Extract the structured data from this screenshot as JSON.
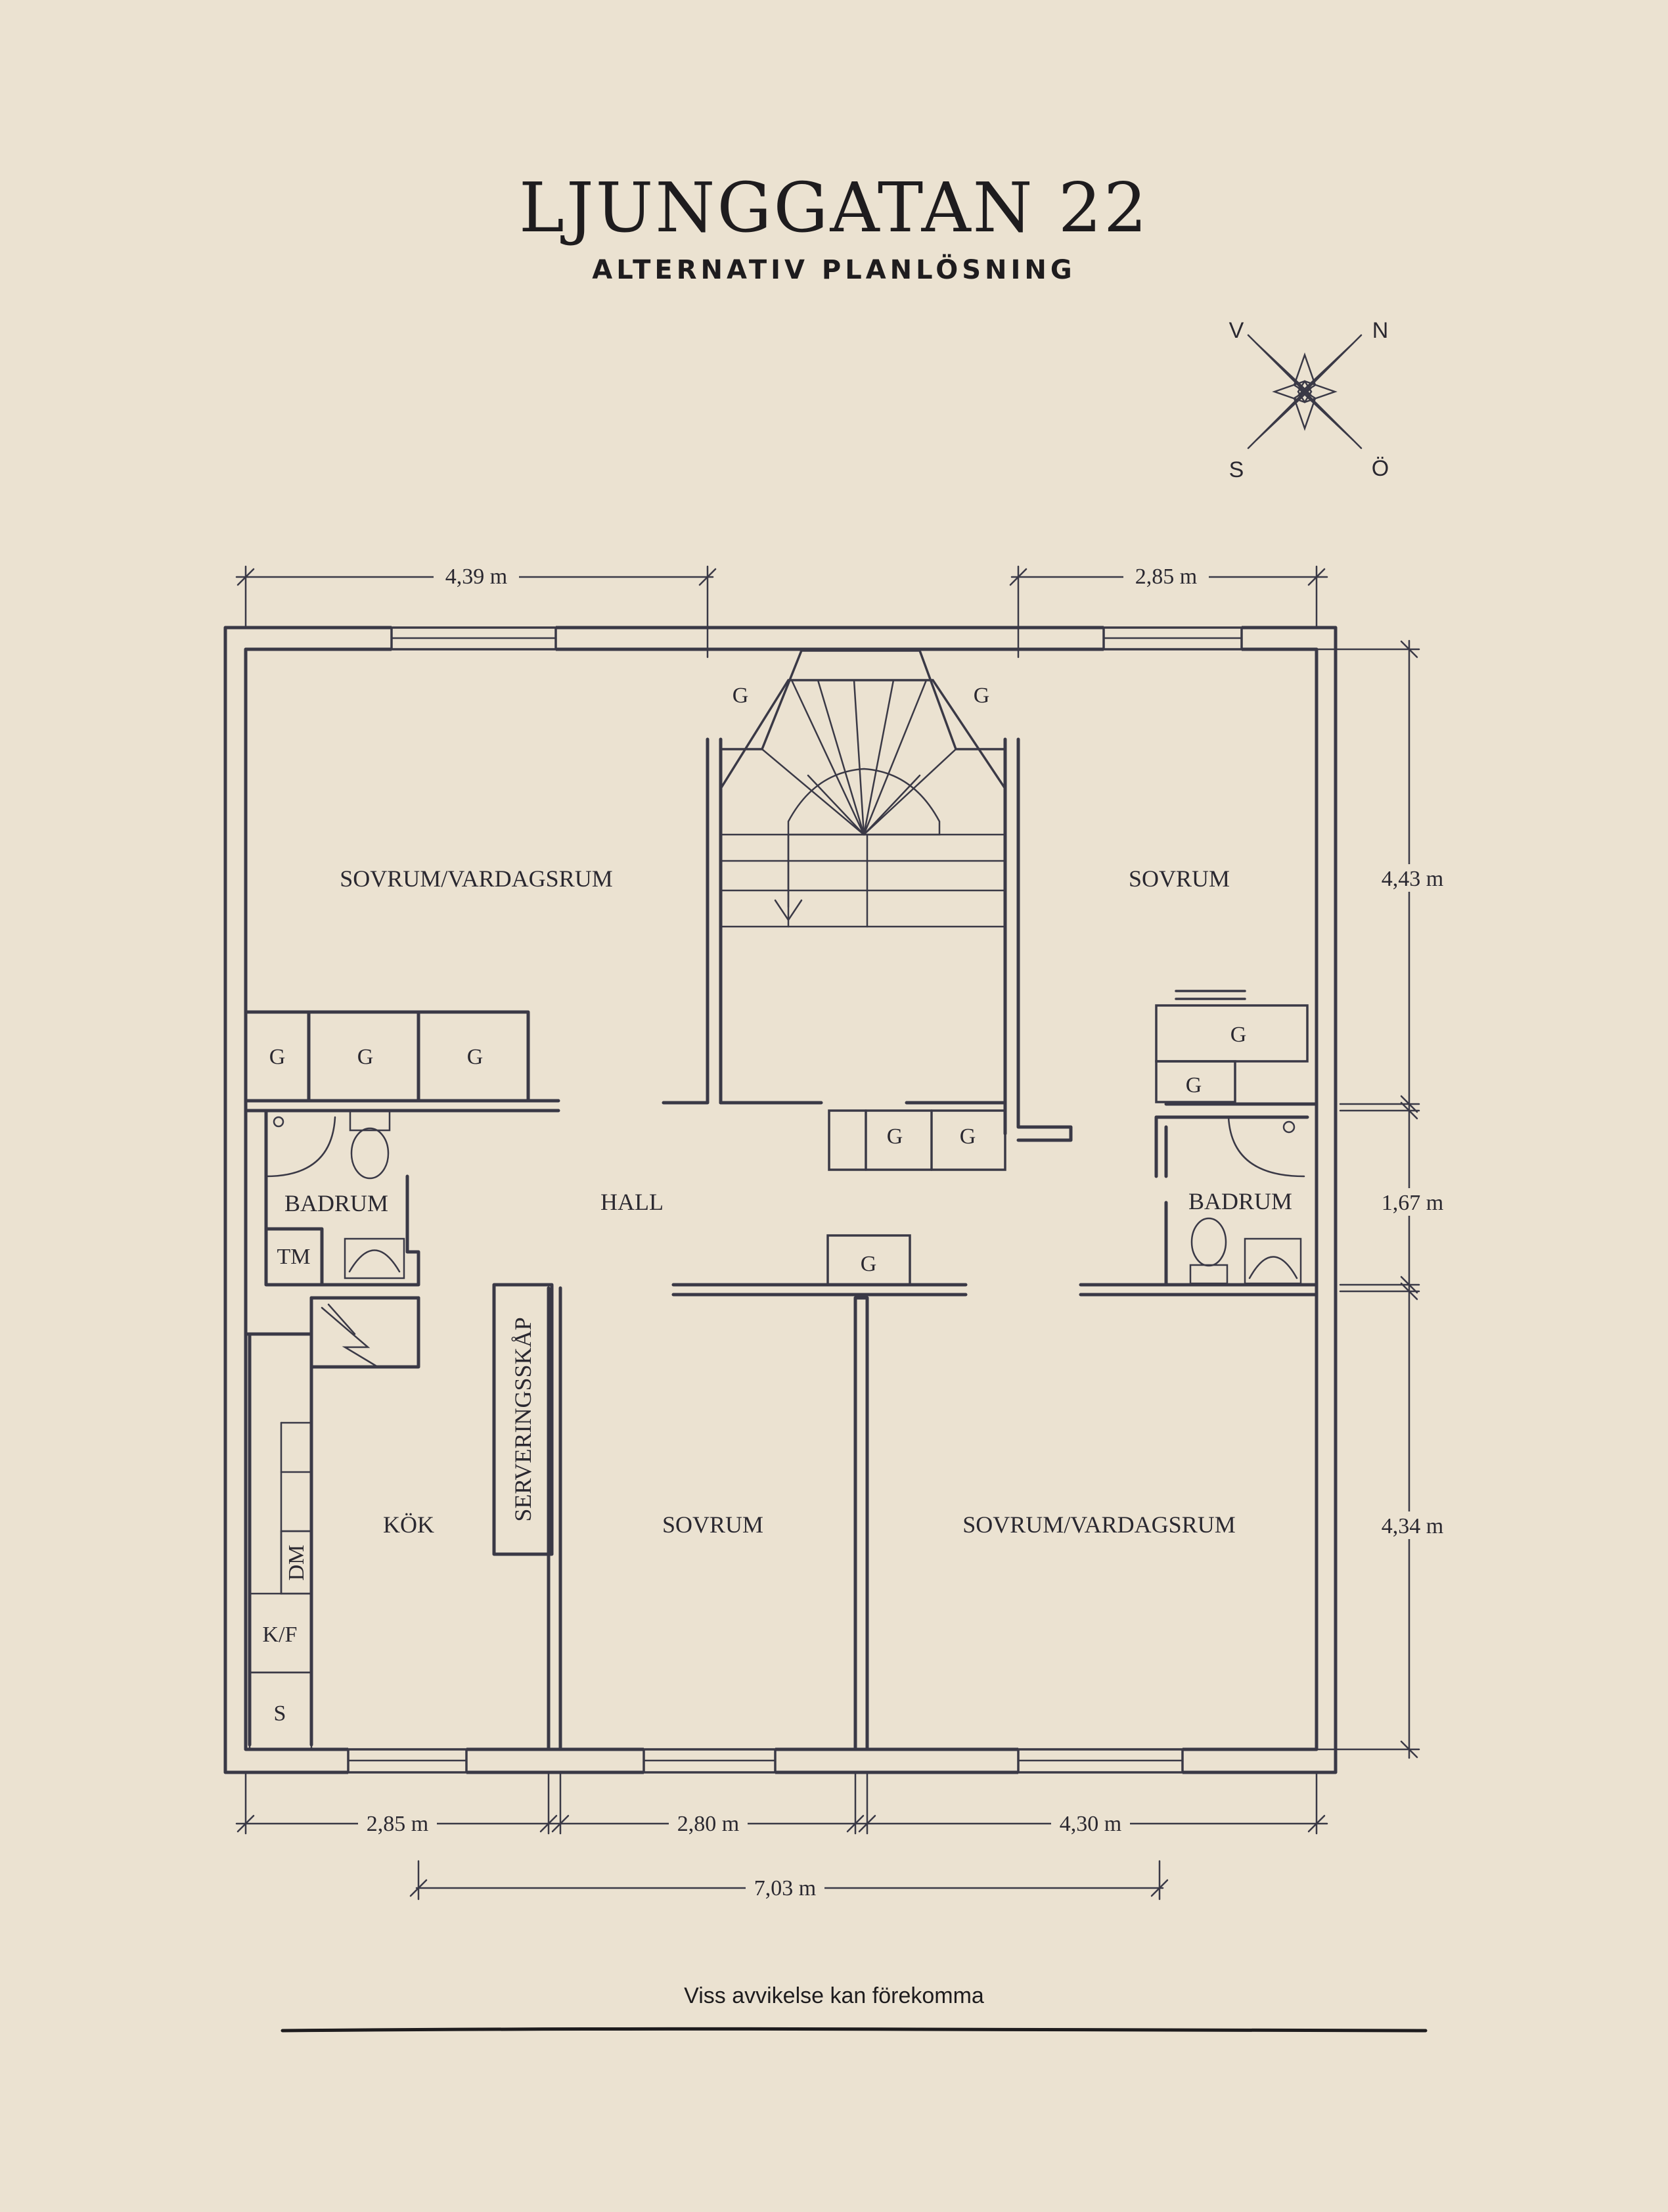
{
  "header": {
    "title": "LJUNGGATAN 22",
    "subtitle": "ALTERNATIV PLANLÖSNING"
  },
  "compass": {
    "west": "V",
    "north": "N",
    "south": "S",
    "east": "Ö"
  },
  "rooms": {
    "sovrum_vardagsrum_top": "SOVRUM/VARDAGSRUM",
    "sovrum_top_right": "SOVRUM",
    "hall": "HALL",
    "badrum_left": "BADRUM",
    "badrum_right": "BADRUM",
    "kok": "KÖK",
    "serveringsskap": "SERVERINGSSKÅP",
    "sovrum_bottom_middle": "SOVRUM",
    "sovrum_vardagsrum_bottom": "SOVRUM/VARDAGSRUM"
  },
  "fixtures": {
    "wardrobe": "G",
    "tm": "TM",
    "dm": "DM",
    "kf": "K/F",
    "s": "S"
  },
  "dimensions": {
    "top_left": "4,39 m",
    "top_right": "2,85 m",
    "right_top": "4,43 m",
    "right_middle": "1,67 m",
    "right_bottom": "4,34 m",
    "bottom_left": "2,85 m",
    "bottom_middle": "2,80 m",
    "bottom_right": "4,30 m",
    "bottom_total": "7,03 m"
  },
  "footer": {
    "note": "Viss avvikelse kan förekomma"
  }
}
